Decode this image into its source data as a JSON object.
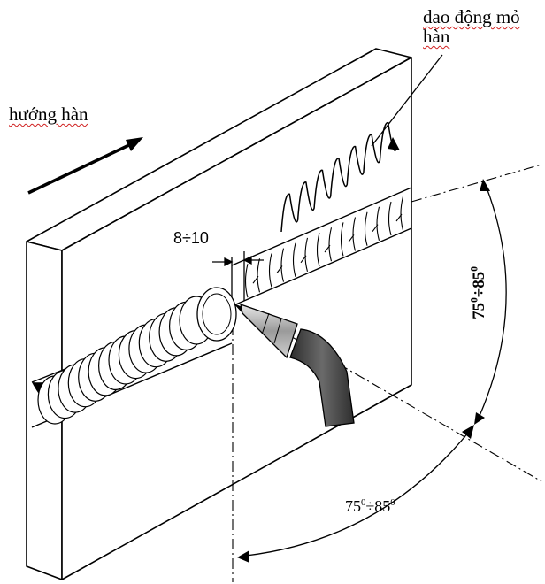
{
  "labels": {
    "direction": "hướng hàn",
    "oscillation_line1": "dao động mỏ",
    "oscillation_line2": "hàn",
    "gap": "8÷10",
    "angle_vertical_a": "75",
    "angle_vertical_b": "÷85",
    "angle_horizontal_a": "75",
    "angle_horizontal_b": "÷85",
    "degree_mark": "0"
  },
  "colors": {
    "ink": "#000000",
    "torch_dark": "#3a3a3a",
    "nozzle_gray": "#9a9a9a",
    "spell_underline": "#d02020"
  },
  "icons": {
    "direction_arrow": "arrow-right-up-icon",
    "weave_arrow": "arrow-up-right-icon"
  }
}
